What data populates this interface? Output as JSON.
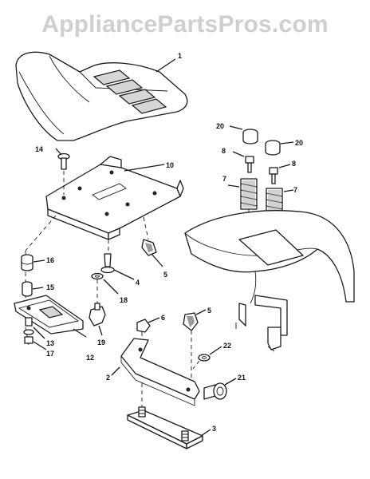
{
  "watermark": "AppliancePartsPros.com",
  "callouts": [
    "1",
    "2",
    "3",
    "4",
    "5",
    "5",
    "6",
    "7",
    "7",
    "8",
    "8",
    "10",
    "12",
    "13",
    "14",
    "15",
    "16",
    "17",
    "18",
    "19",
    "20",
    "20",
    "21",
    "22"
  ],
  "line_color": "#1a1a1a",
  "watermark_color": "#cfcfcf"
}
